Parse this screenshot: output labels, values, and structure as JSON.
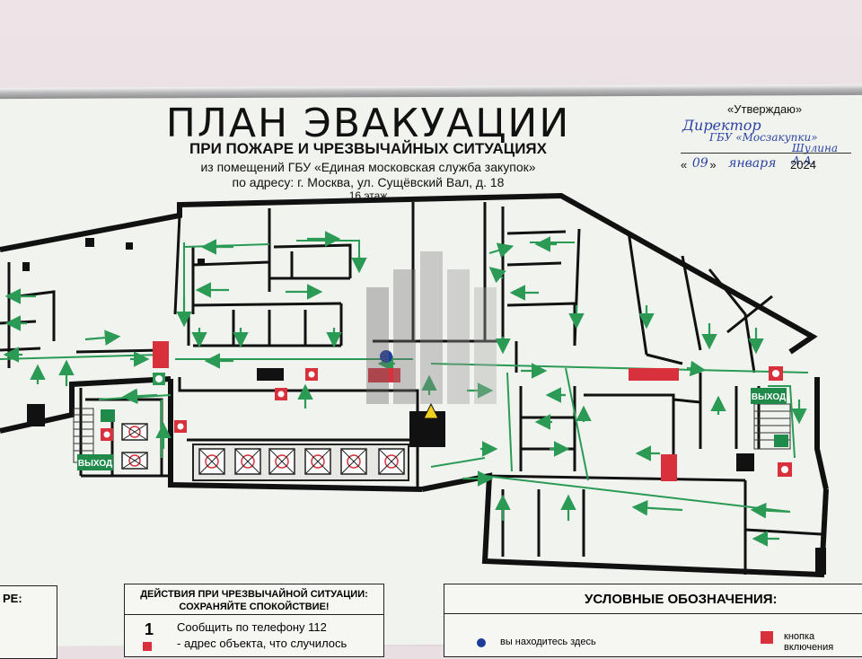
{
  "header": {
    "title": "ПЛАН ЭВАКУАЦИИ",
    "subtitle": "ПРИ ПОЖАРЕ И ЧРЕЗВЫЧАЙНЫХ СИТУАЦИЯХ",
    "line1": "из помещений ГБУ «Единая московская служба закупок»",
    "line2": "по адресу: г. Москва, ул. Сущёвский Вал, д. 18",
    "line3": "16 этаж"
  },
  "approval": {
    "header": "«Утверждаю»",
    "sig1": "Директор",
    "sig2": "ГБУ «Мосзакупки»",
    "sig3": "Шулина А.А.",
    "date_day": "09",
    "date_month": "января",
    "date_year": "2024",
    "date_open": "«",
    "date_close": "»"
  },
  "plan": {
    "exit_left": "ВЫХОД",
    "exit_right": "ВЫХОД"
  },
  "panel_left": {
    "title": "РЕ:"
  },
  "panel_mid": {
    "title1": "ДЕЙСТВИЯ ПРИ ЧРЕЗВЫЧАЙНОЙ СИТУАЦИИ:",
    "title2": "СОХРАНЯЙТЕ СПОКОЙСТВИЕ!",
    "step_num": "1",
    "step_text1": "Сообщить по телефону 112",
    "step_text2": "- адрес объекта, что случилось"
  },
  "panel_right": {
    "title": "УСЛОВНЫЕ ОБОЗНАЧЕНИЯ:",
    "legend_you_are_here": "вы находитесь здесь",
    "legend_button": "кнопка включения"
  },
  "colors": {
    "arrow_green": "#2a9a55",
    "fire_red": "#d8313b",
    "exit_green": "#1f8a4a",
    "wall": "#111111",
    "you_are_here": "#1c3b99"
  }
}
